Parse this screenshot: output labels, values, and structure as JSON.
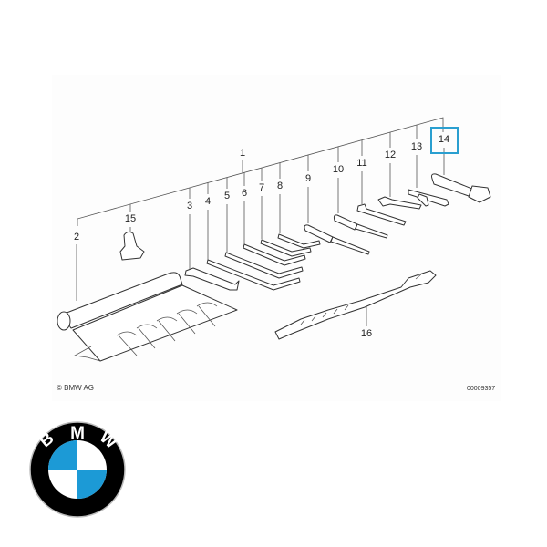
{
  "diagram": {
    "callouts": [
      "1",
      "2",
      "3",
      "4",
      "5",
      "6",
      "7",
      "8",
      "9",
      "10",
      "11",
      "12",
      "13",
      "14",
      "15",
      "16"
    ],
    "highlighted_callout": "14",
    "highlight_color": "#2a9fd0",
    "copyright": "© BMW AG",
    "drawing_number": "00009357"
  },
  "logo": {
    "brand": "BMW",
    "colors": {
      "ring": "#000000",
      "blue": "#1c9ad6",
      "white": "#ffffff"
    }
  }
}
